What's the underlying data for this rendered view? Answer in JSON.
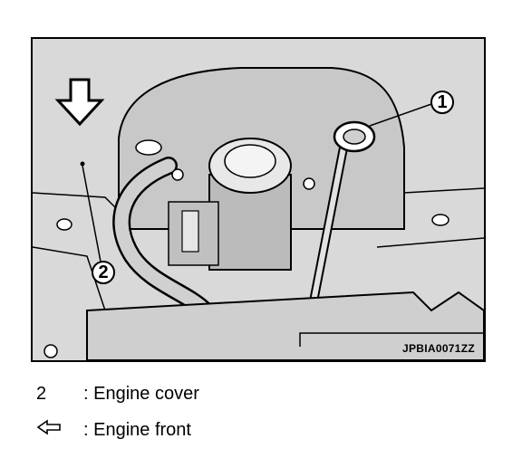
{
  "figure": {
    "code": "JPBIA0071ZZ",
    "callouts": [
      "1",
      "2"
    ]
  },
  "legend": [
    {
      "key": "2",
      "text": ": Engine cover"
    },
    {
      "key_icon": "left-arrow-icon",
      "text": ": Engine front"
    }
  ]
}
